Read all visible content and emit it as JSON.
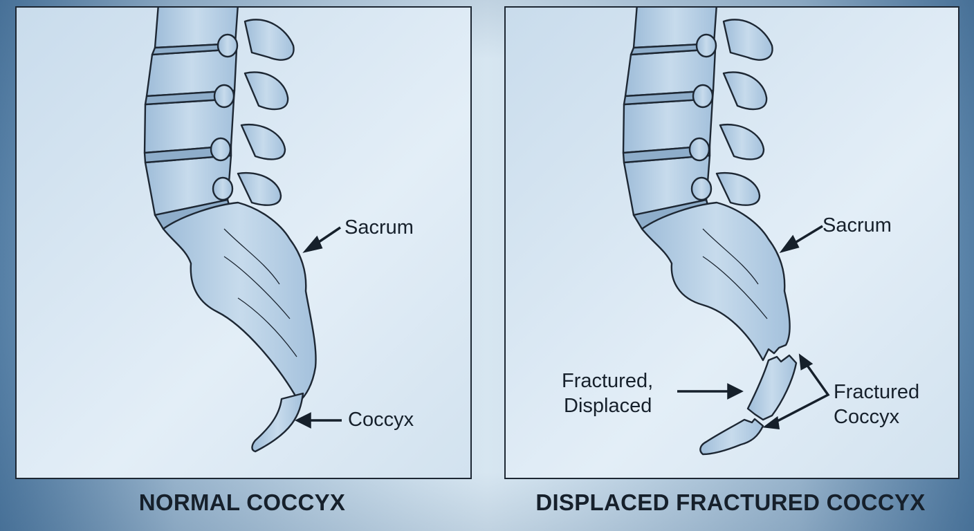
{
  "left_panel": {
    "caption": "NORMAL COCCYX",
    "sacrum_label": "Sacrum",
    "coccyx_label": "Coccyx"
  },
  "right_panel": {
    "caption": "DISPLACED FRACTURED COCCYX",
    "sacrum_label": "Sacrum",
    "displaced_label_line1": "Fractured,",
    "displaced_label_line2": "Displaced",
    "fractured_label_line1": "Fractured",
    "fractured_label_line2": "Coccyx"
  },
  "colors": {
    "bone_fill": "#b8d0e6",
    "bone_shade": "#7f9fbe",
    "outline": "#1d2733",
    "panel_bg": "#dbe8f3"
  }
}
